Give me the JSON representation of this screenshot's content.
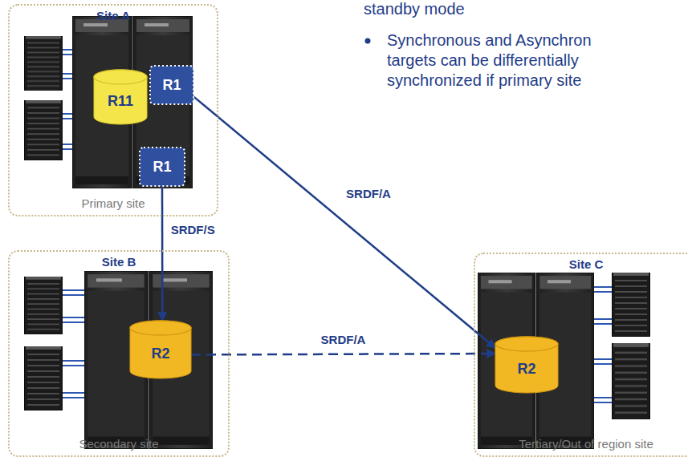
{
  "diagram": {
    "nodes": [
      {
        "text": [
          "Site A",
          "Primary site"
        ]
      },
      {
        "text": [
          "R11"
        ],
        "in": 0
      },
      {
        "text": [
          "R1"
        ],
        "in": 0
      },
      {
        "text": [
          "R1"
        ],
        "in": 0
      },
      {
        "text": [
          "Site B",
          "Secondary site"
        ]
      },
      {
        "text": [
          "R2"
        ],
        "in": 4
      },
      {
        "text": [
          "Site C",
          "Tertiary/Out of region site"
        ]
      },
      {
        "text": [
          "R2"
        ],
        "in": 6
      }
    ],
    "edges": [
      {
        "from": 3,
        "to": 5,
        "arrow": "to",
        "label": "SRDF/S"
      },
      {
        "from": 2,
        "to": 7,
        "arrow": "to",
        "label": "SRDF/A"
      },
      {
        "from": 5,
        "to": 7,
        "arrow": "to",
        "label": "SRDF/A"
      }
    ],
    "labels": [
      "standby mode",
      "Synchronous and Asynchron targets can be differentially synchronized if primary site"
    ]
  }
}
